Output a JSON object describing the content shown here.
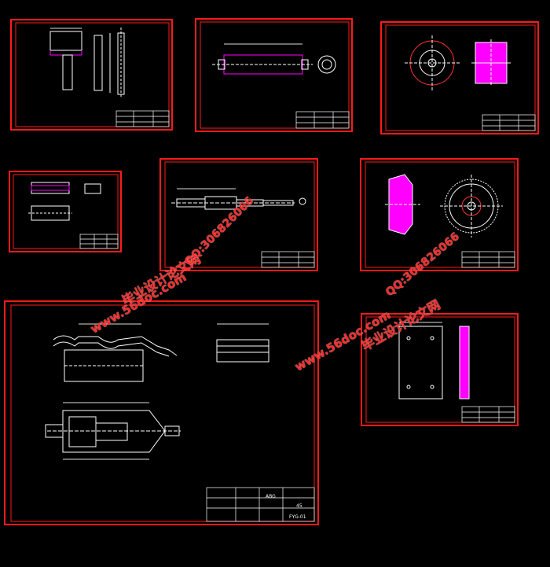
{
  "colors": {
    "background": "#000000",
    "frame": "#ff1a1a",
    "linework": "#ffffff",
    "dimension": "#e0e0e0",
    "hatch": "#ff00ff",
    "watermark": "#ff2a2a"
  },
  "watermarks": {
    "site_text": "www.56doc.com",
    "qq_text": "QQ:306826066",
    "brand_text": "毕业设计论文网"
  },
  "drawing_notes": {
    "large_sheet_code": "FYG-01",
    "large_sheet_mark": "ABG",
    "large_sheet_no": "45"
  }
}
